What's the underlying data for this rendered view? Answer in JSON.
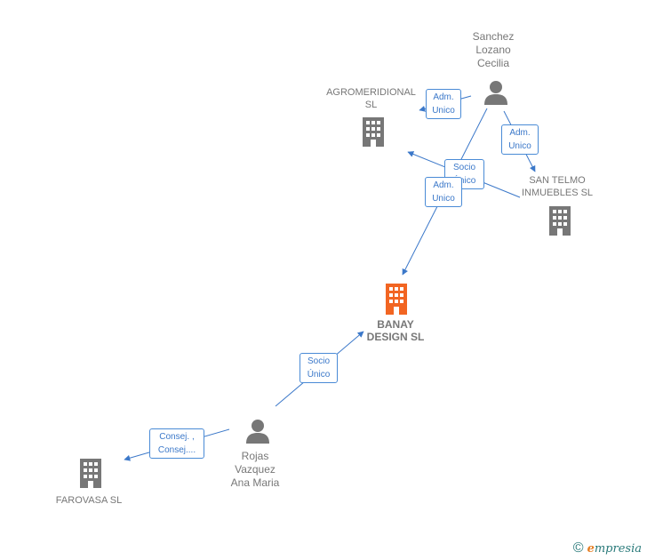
{
  "nodes": {
    "sanchez": {
      "label": "Sanchez\nLozano\nCecilia",
      "type": "person"
    },
    "agromeridional": {
      "label": "AGROMERIDIONAL\nSL",
      "type": "company"
    },
    "san_telmo": {
      "label": "SAN TELMO\nINMUEBLES SL",
      "type": "company"
    },
    "banay": {
      "label": "BANAY\nDESIGN  SL",
      "type": "company-focus"
    },
    "rojas": {
      "label": "Rojas\nVazquez\nAna Maria",
      "type": "person"
    },
    "farovasa": {
      "label": "FAROVASA SL",
      "type": "company"
    }
  },
  "edges": {
    "sanchez_agro": {
      "label": "Adm.\nUnico"
    },
    "sanchez_santelmo": {
      "label": "Adm.\nUnico"
    },
    "santelmo_agro": {
      "label": "Socio\nÚnico"
    },
    "sanchez_banay": {
      "label": "Adm.\nUnico"
    },
    "rojas_banay": {
      "label": "Socio\nÚnico"
    },
    "rojas_farovasa": {
      "label": "Consej. ,\nConsej...."
    }
  },
  "colors": {
    "edge": "#3b78c9",
    "company": "#777777",
    "focus": "#f26522",
    "person": "#777777"
  },
  "footer": {
    "copyright": "©",
    "brand_initial": "e",
    "brand_rest": "mpresia"
  }
}
